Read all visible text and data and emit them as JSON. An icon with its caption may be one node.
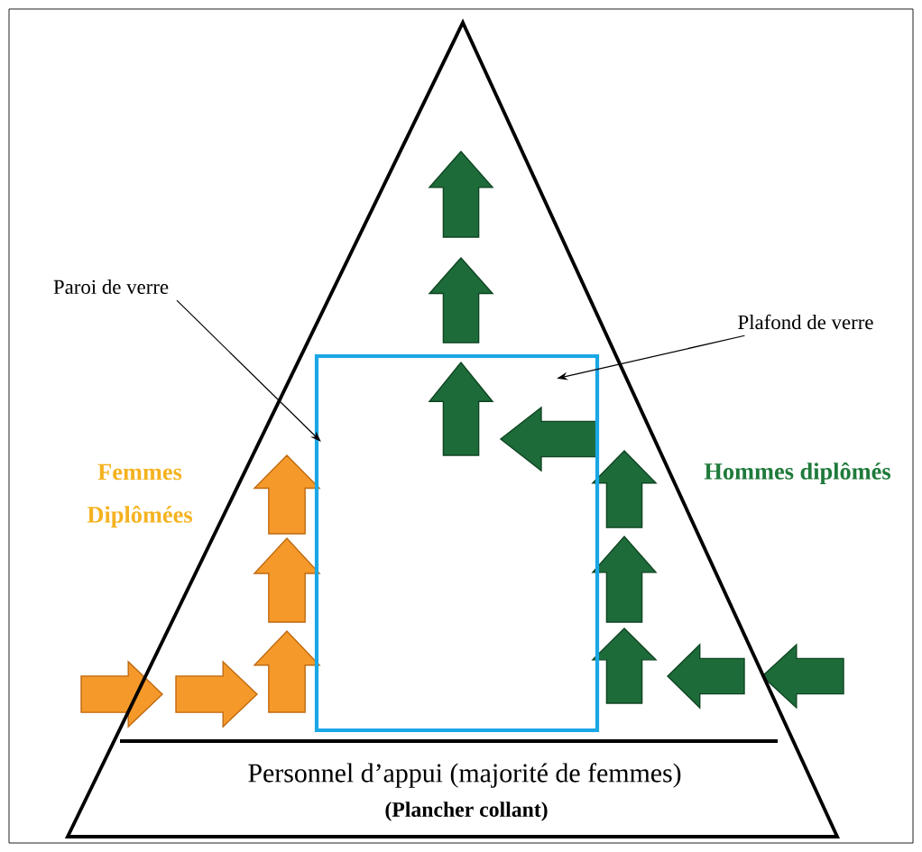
{
  "diagram": {
    "nodes": [
      {
        "text": [
          "Personnel d’appui (majorité de femmes)",
          "(Plancher collant)"
        ]
      },
      {
        "text": [],
        "shape": "box",
        "in": 0
      },
      {
        "text": [
          "Paroi de verre"
        ]
      },
      {
        "text": [
          "Plafond de verre"
        ]
      }
    ],
    "edges": [
      {
        "from": 2,
        "to": 1,
        "arrow": "to"
      },
      {
        "from": 3,
        "to": 1,
        "arrow": "to"
      }
    ],
    "labels": [
      "Femmes Diplômées",
      "Hommes diplômés"
    ]
  }
}
